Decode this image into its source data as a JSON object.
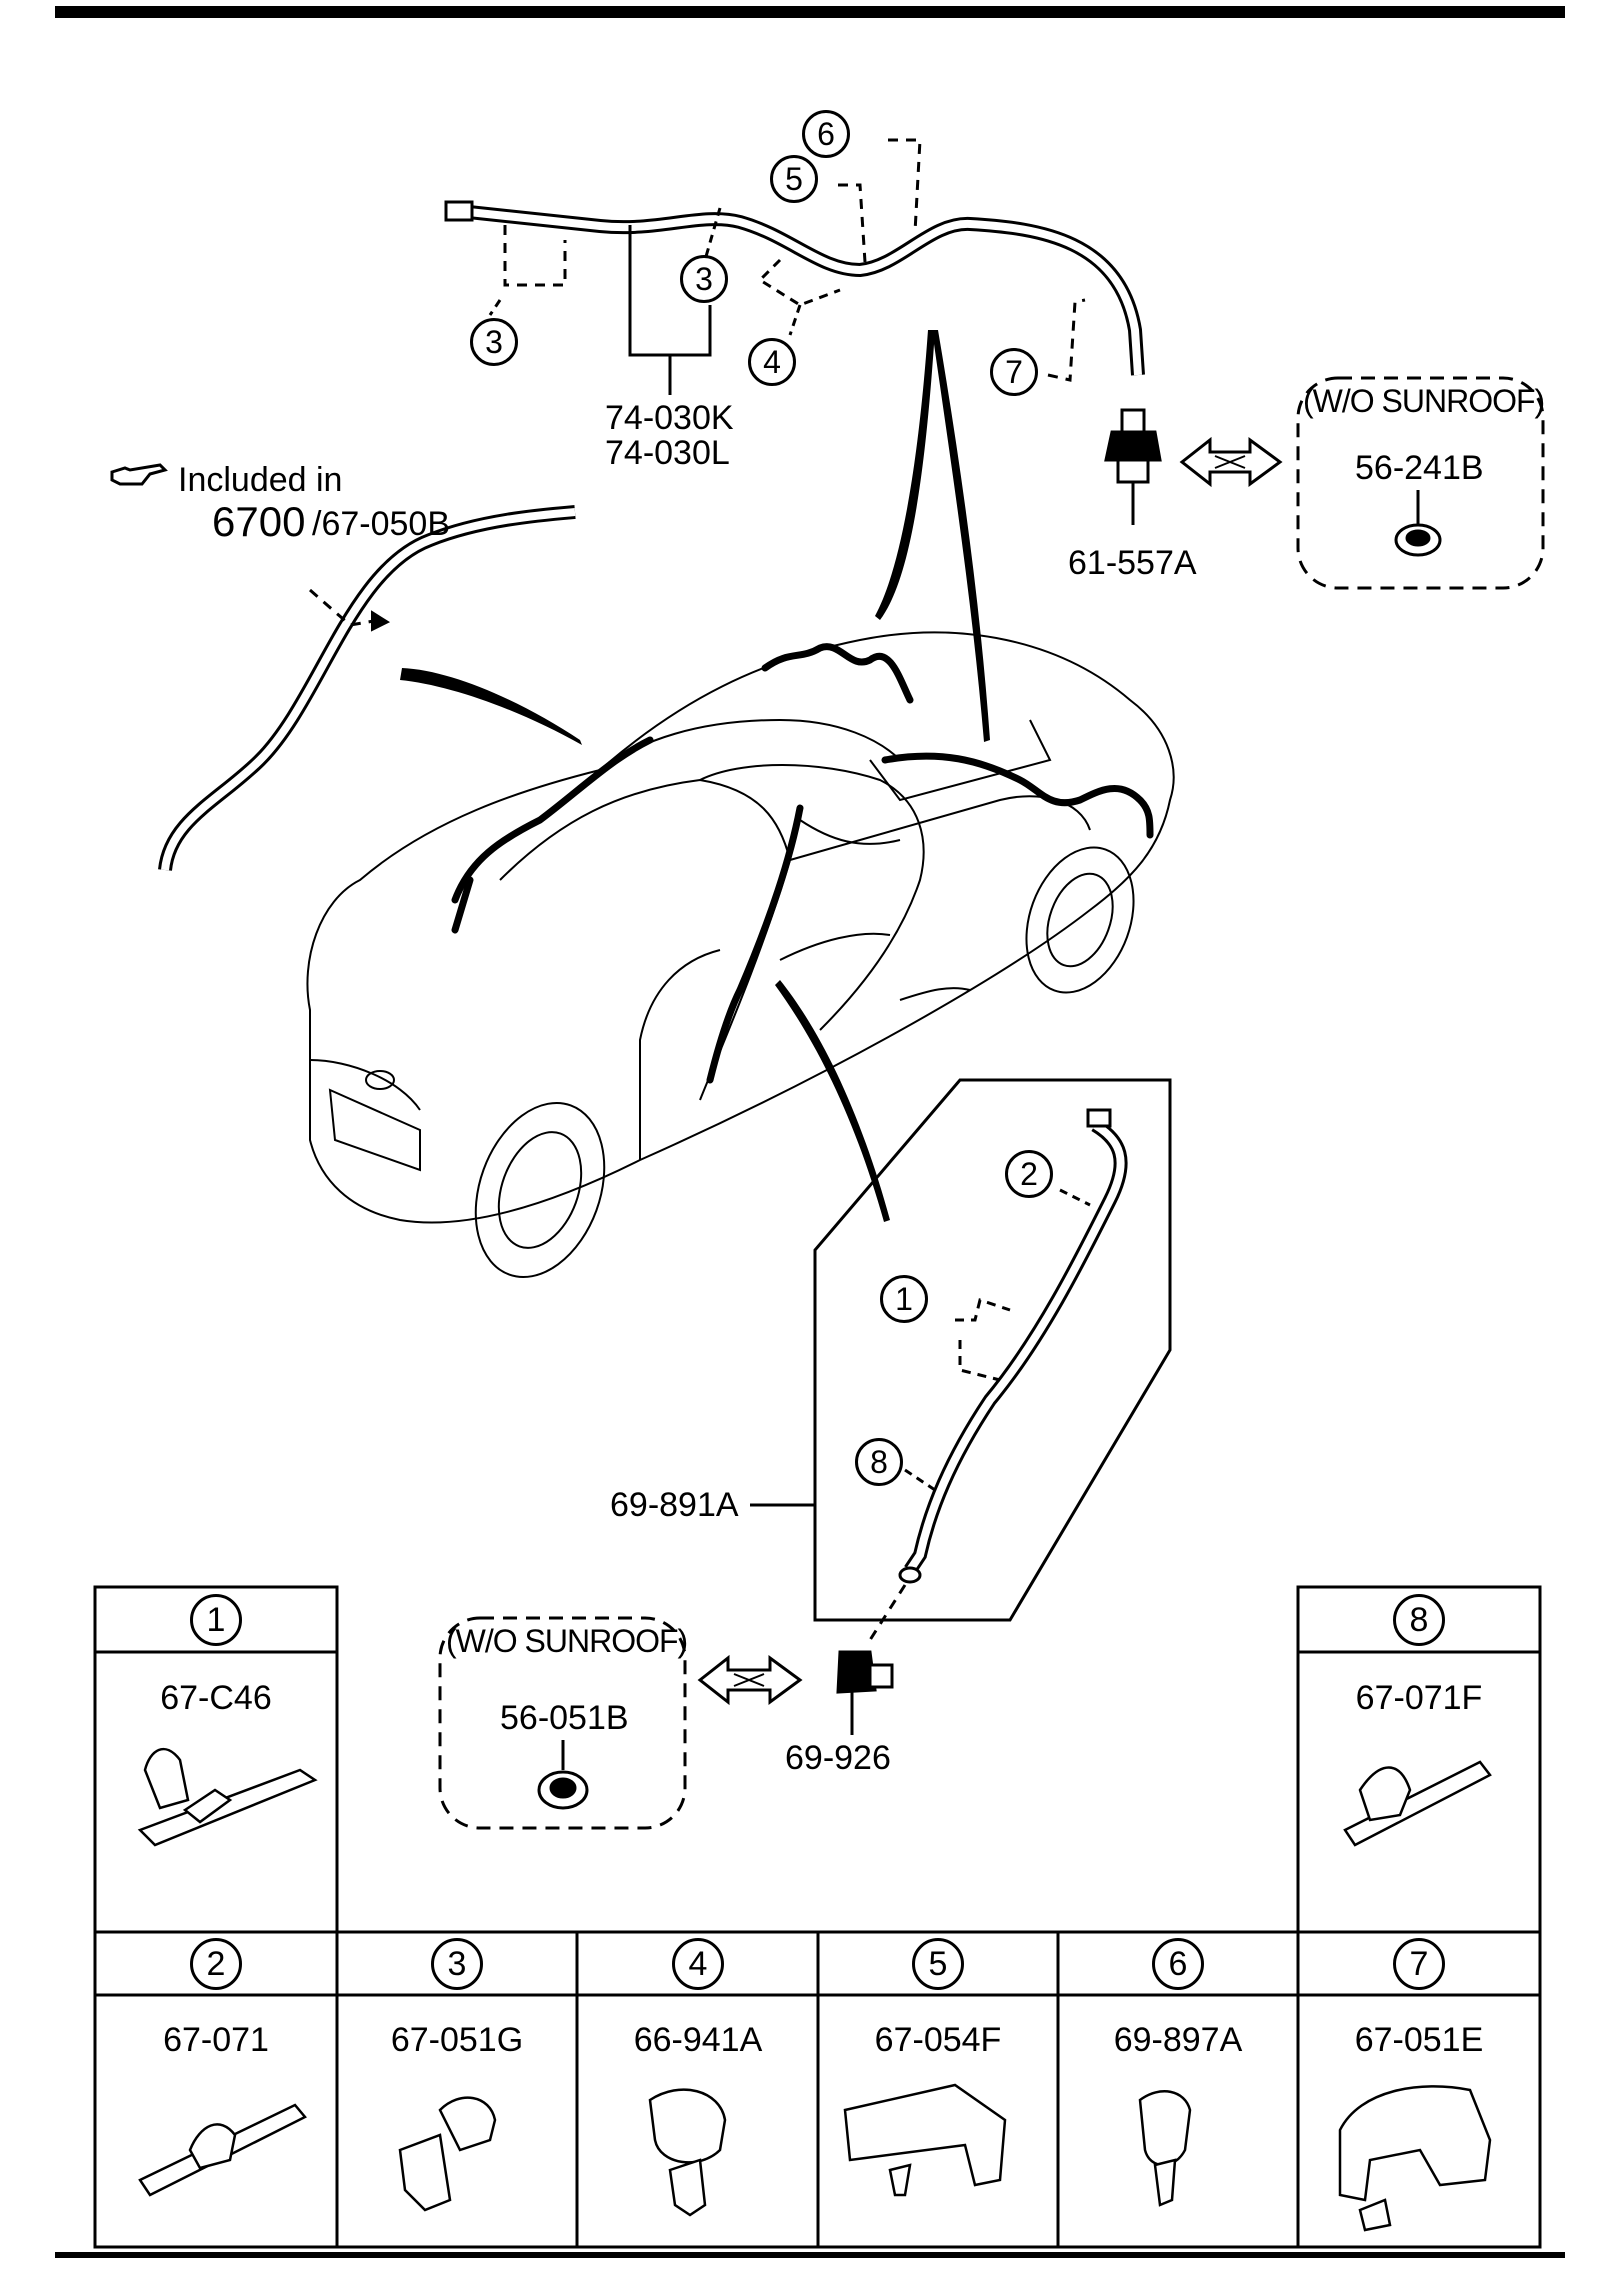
{
  "header_note": {
    "icon": "pointing-hand-icon",
    "text": "Included in",
    "ref_main": "6700",
    "ref_sub": "/67-050B"
  },
  "hose_assembly_top": {
    "part_numbers": [
      "74-030K",
      "74-030L"
    ]
  },
  "drain_plug_top": {
    "part": "61-557A",
    "variant_label": "(W/O SUNROOF)",
    "variant_part": "56-241B"
  },
  "drain_assembly_bottom": {
    "part": "69-891A"
  },
  "drain_plug_bottom": {
    "part": "69-926",
    "variant_label": "(W/O SUNROOF)",
    "variant_part": "56-051B"
  },
  "callouts": [
    "1",
    "2",
    "3",
    "4",
    "5",
    "6",
    "7",
    "8"
  ],
  "legend_table": {
    "cells": [
      {
        "num": "1",
        "part": "67-C46"
      },
      {
        "num": "8",
        "part": "67-071F"
      },
      {
        "num": "2",
        "part": "67-071"
      },
      {
        "num": "3",
        "part": "67-051G"
      },
      {
        "num": "4",
        "part": "66-941A"
      },
      {
        "num": "5",
        "part": "67-054F"
      },
      {
        "num": "6",
        "part": "69-897A"
      },
      {
        "num": "7",
        "part": "67-051E"
      }
    ]
  }
}
